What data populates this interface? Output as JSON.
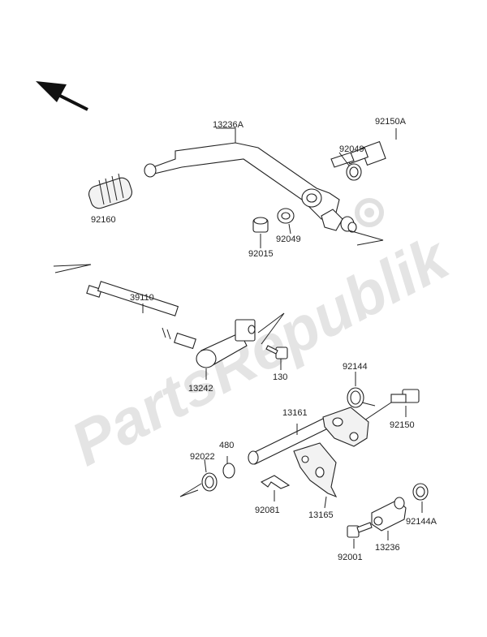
{
  "watermark": "PartsRepublik",
  "labels": {
    "p13236A": "13236A",
    "p92150A": "92150A",
    "p92049a": "92049",
    "p92160": "92160",
    "p92015": "92015",
    "p92049b": "92049",
    "p39110": "39110",
    "p13242": "13242",
    "p130": "130",
    "p92144": "92144",
    "p13161": "13161",
    "p92150": "92150",
    "p480": "480",
    "p92022": "92022",
    "p92081": "92081",
    "p13165": "13165",
    "p92144A": "92144A",
    "p13236": "13236",
    "p92001": "92001"
  },
  "icons": {
    "direction": "front-arrow-icon",
    "watermark": "gear-icon"
  }
}
